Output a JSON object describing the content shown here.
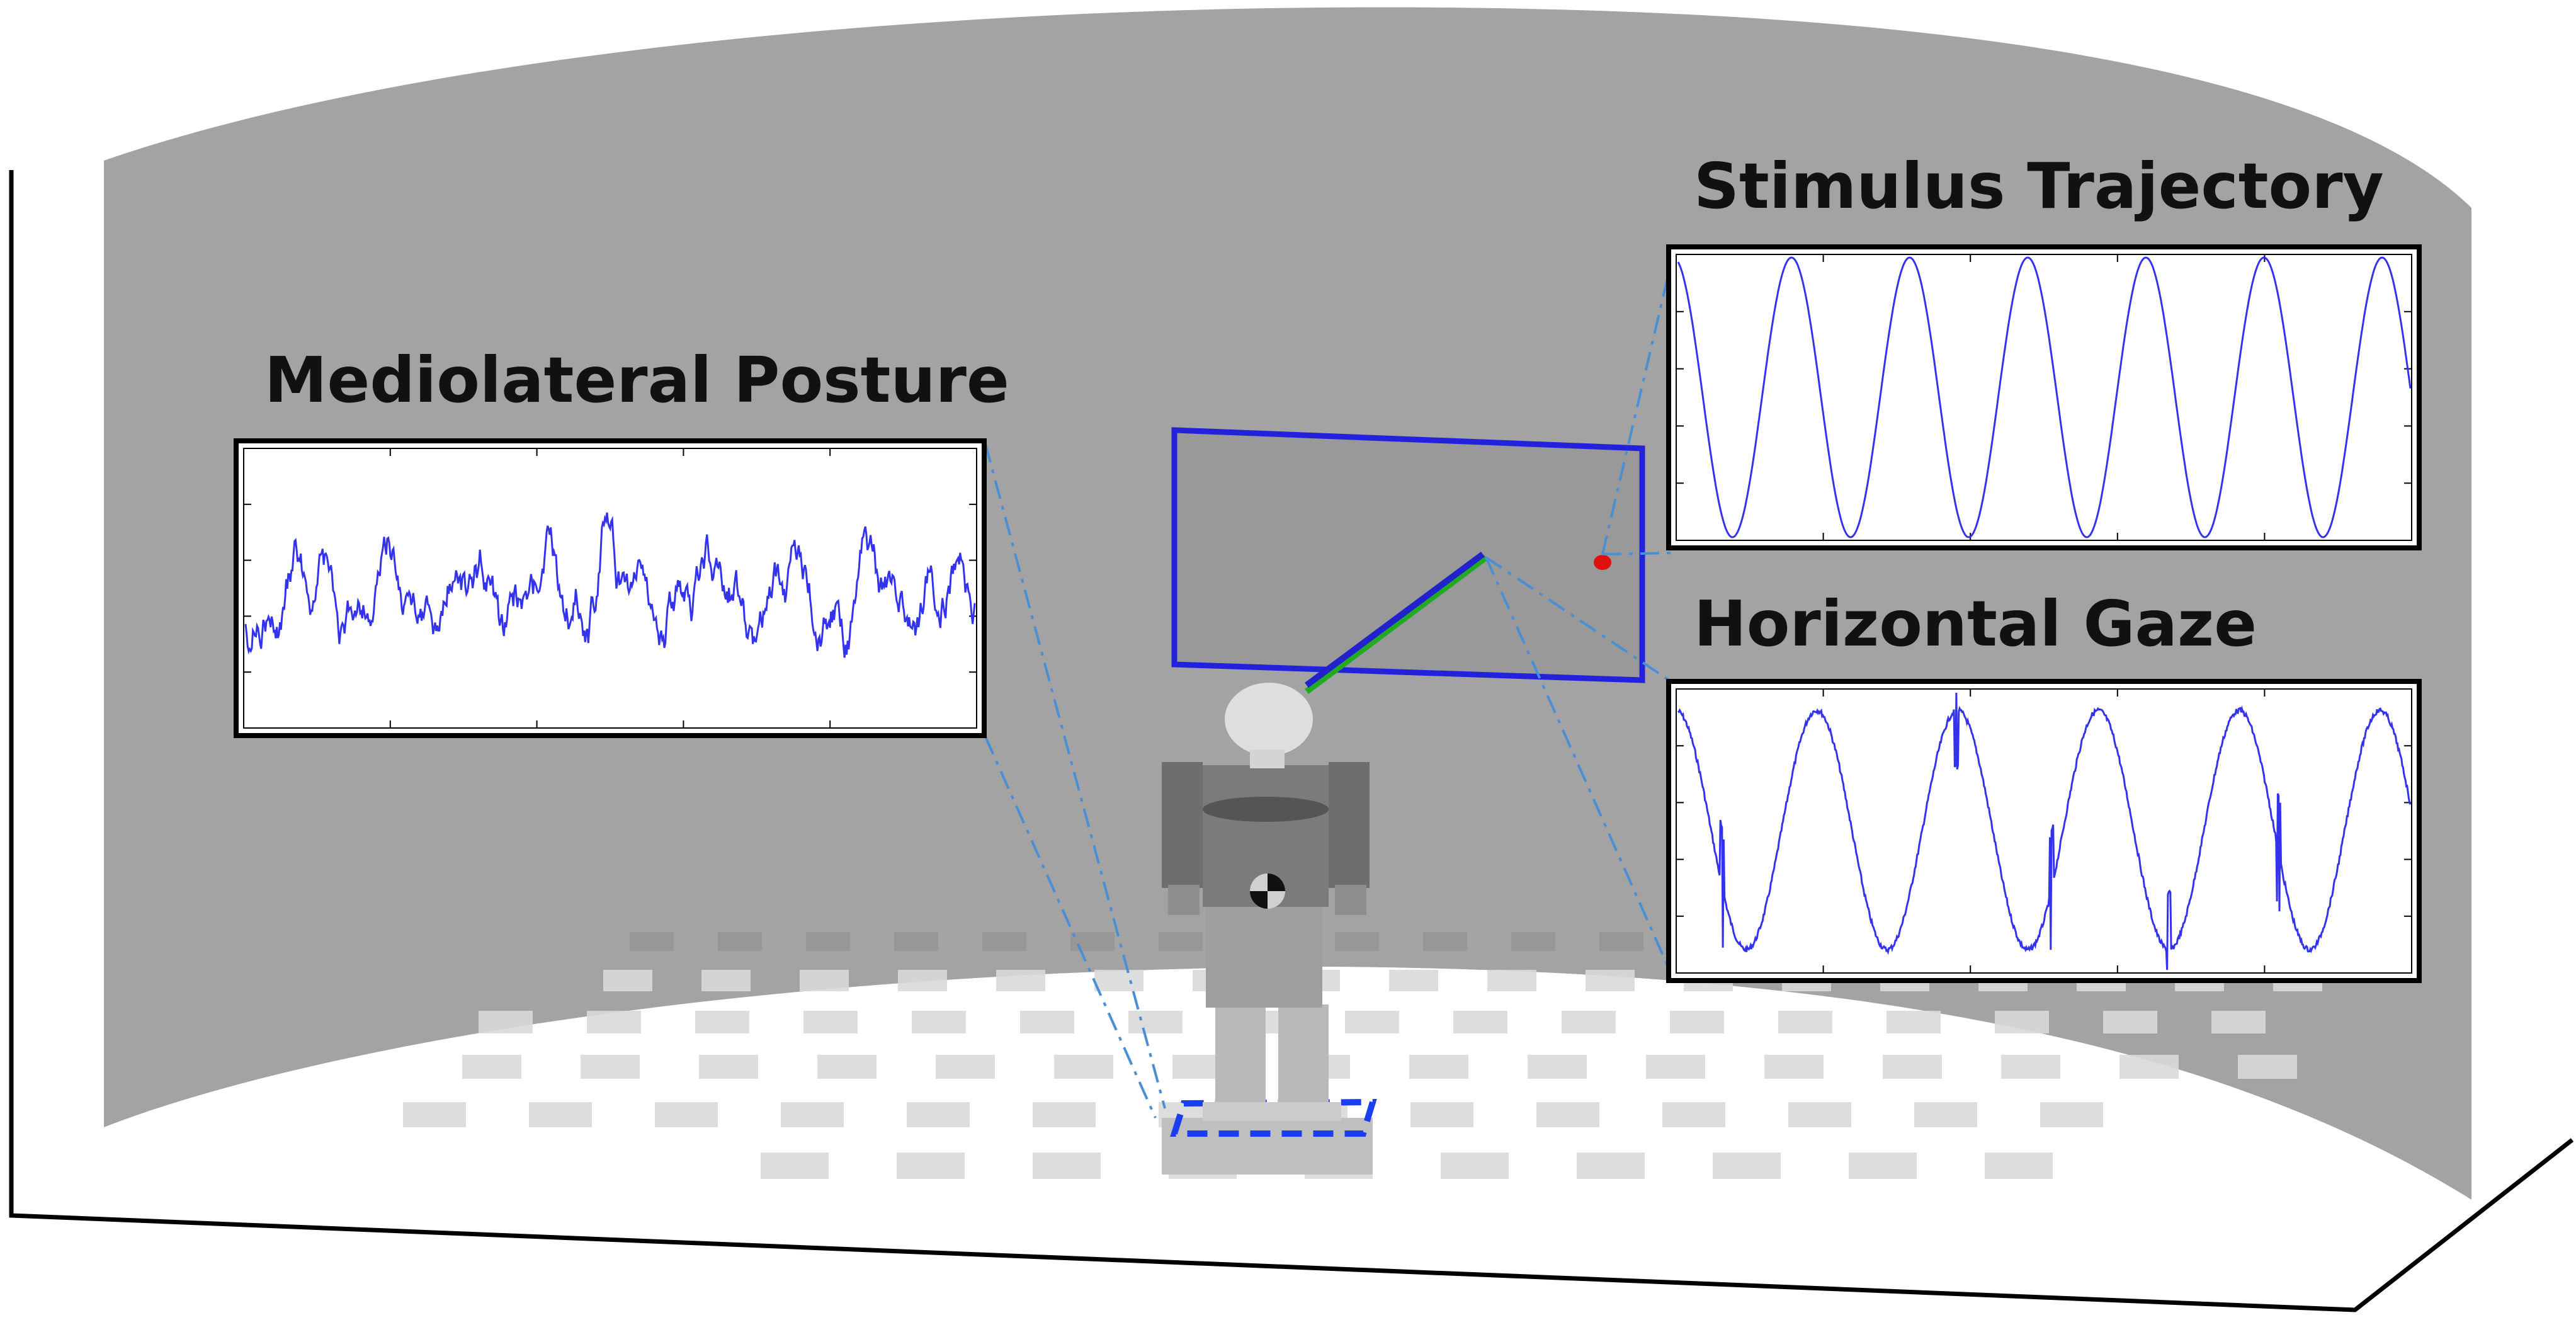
{
  "titles": {
    "posture": "Mediolateral Posture",
    "stimulus": "Stimulus Trajectory",
    "gaze": "Horizontal Gaze"
  },
  "colors": {
    "wall": "#a3a3a3",
    "screen_fill": "#999999",
    "screen_border": "#2222dd",
    "trace": "#3333ee",
    "stimulus_dot": "#e01010",
    "gaze_line_green": "#22aa22",
    "gaze_line_blue": "#2222cc",
    "leader_line": "#4a8fd4",
    "floor_tile": "#d9d9d9",
    "floor": "#ffffff"
  },
  "icons": {
    "figure": "humanoid-figure",
    "center_of_mass": "center-of-mass-icon",
    "stimulus_target": "red-dot-target"
  },
  "chart_data": [
    {
      "type": "line",
      "name": "Mediolateral Posture",
      "pattern": "irregular",
      "cycles": 0
    },
    {
      "type": "line",
      "name": "Stimulus Trajectory",
      "pattern": "sinusoid",
      "cycles": 6.2
    },
    {
      "type": "line",
      "name": "Horizontal Gaze",
      "pattern": "noisy sinusoid",
      "cycles": 5.2
    }
  ]
}
